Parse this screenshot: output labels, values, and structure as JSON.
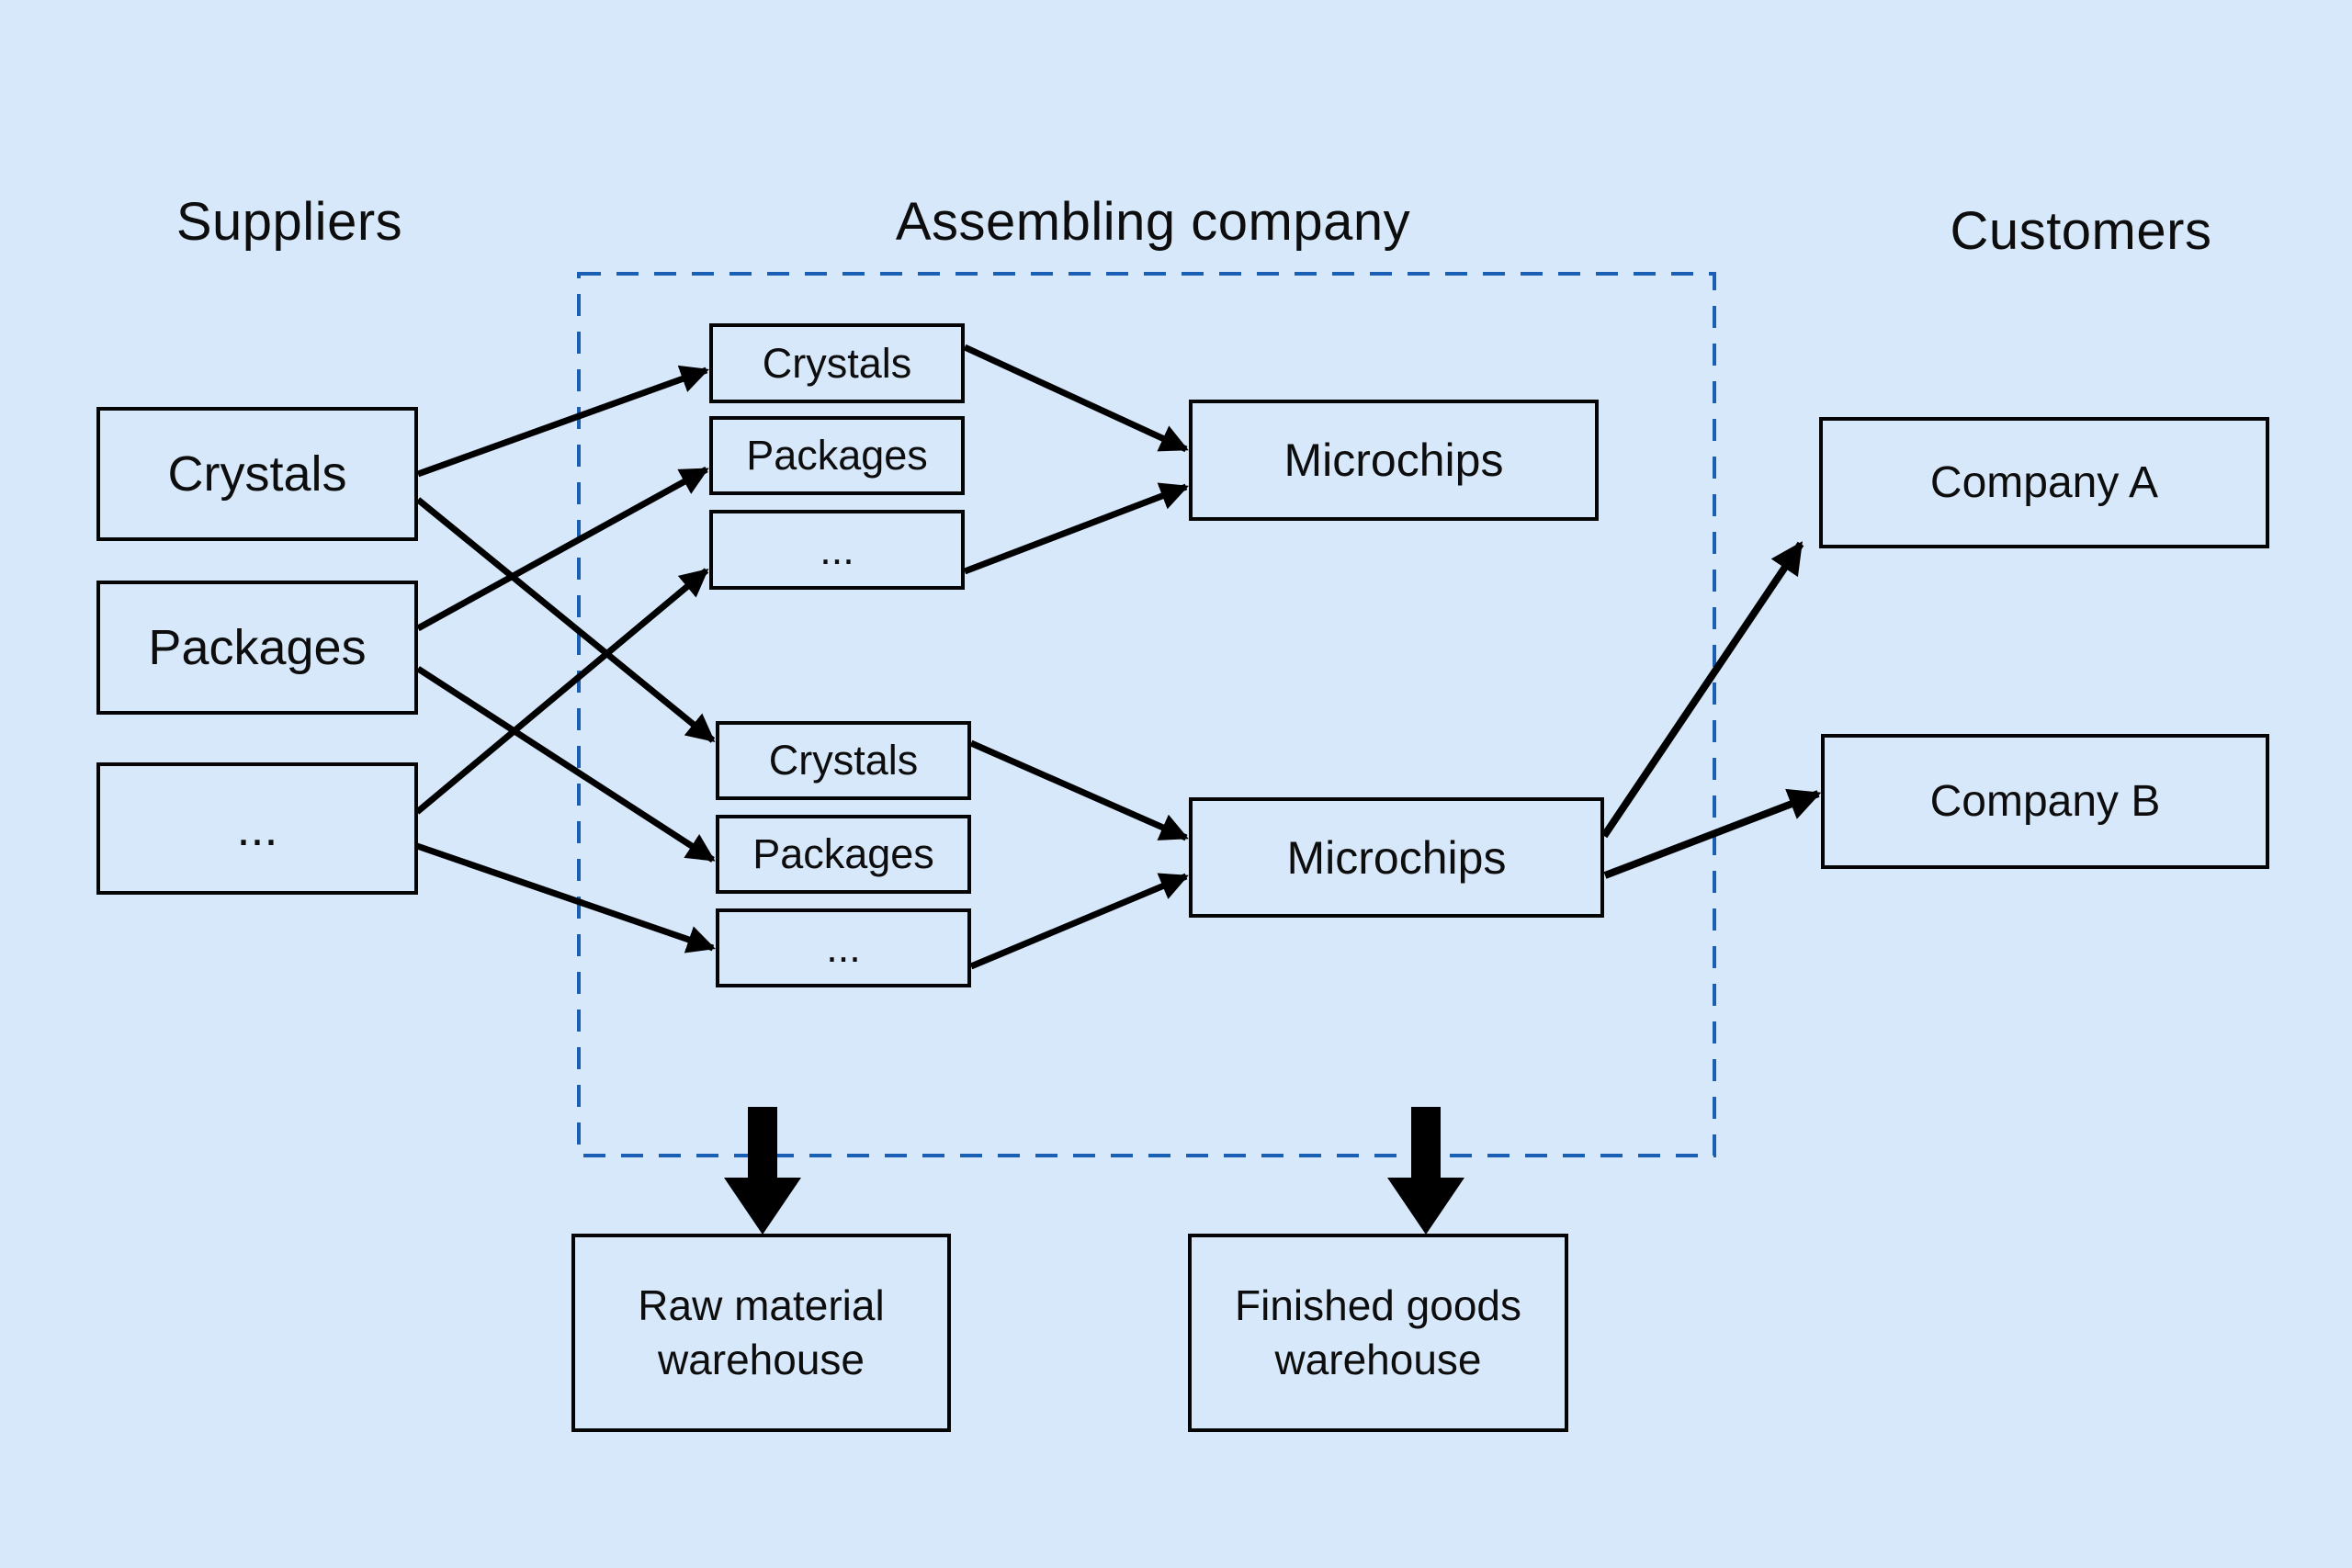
{
  "colors": {
    "background": "#d7e8fb",
    "box_fill": "#d7e8fb",
    "box_border": "#050505",
    "arrow": "#000000",
    "dashed_border": "#1a5fb4",
    "text": "#0d0d0d"
  },
  "headings": {
    "suppliers": "Suppliers",
    "assembling_company": "Assembling company",
    "customers": "Customers"
  },
  "suppliers": {
    "items": [
      {
        "label": "Crystals"
      },
      {
        "label": "Packages"
      },
      {
        "label": "..."
      }
    ]
  },
  "assembling_company": {
    "line1": {
      "inputs": [
        {
          "label": "Crystals"
        },
        {
          "label": "Packages"
        },
        {
          "label": "..."
        }
      ],
      "output": {
        "label": "Microchips"
      }
    },
    "line2": {
      "inputs": [
        {
          "label": "Crystals"
        },
        {
          "label": "Packages"
        },
        {
          "label": "..."
        }
      ],
      "output": {
        "label": "Microchips"
      }
    }
  },
  "customers": {
    "items": [
      {
        "label": "Company A"
      },
      {
        "label": "Company B"
      }
    ]
  },
  "warehouses": {
    "raw": {
      "label": "Raw material warehouse"
    },
    "finished": {
      "label": "Finished goods warehouse"
    }
  },
  "edges": [
    {
      "from": "supplier-crystals",
      "to": "line1-crystals"
    },
    {
      "from": "supplier-crystals",
      "to": "line2-crystals"
    },
    {
      "from": "supplier-packages",
      "to": "line1-packages"
    },
    {
      "from": "supplier-packages",
      "to": "line2-packages"
    },
    {
      "from": "supplier-dots",
      "to": "line1-dots"
    },
    {
      "from": "supplier-dots",
      "to": "line2-dots"
    },
    {
      "from": "line1-crystals",
      "to": "line1-microchips"
    },
    {
      "from": "line1-dots",
      "to": "line1-microchips"
    },
    {
      "from": "line2-crystals",
      "to": "line2-microchips"
    },
    {
      "from": "line2-dots",
      "to": "line2-microchips"
    },
    {
      "from": "line2-microchips",
      "to": "company-a"
    },
    {
      "from": "line2-microchips",
      "to": "company-b"
    },
    {
      "from": "assembling-company-area",
      "to": "raw-material-warehouse"
    },
    {
      "from": "assembling-company-area",
      "to": "finished-goods-warehouse"
    }
  ]
}
